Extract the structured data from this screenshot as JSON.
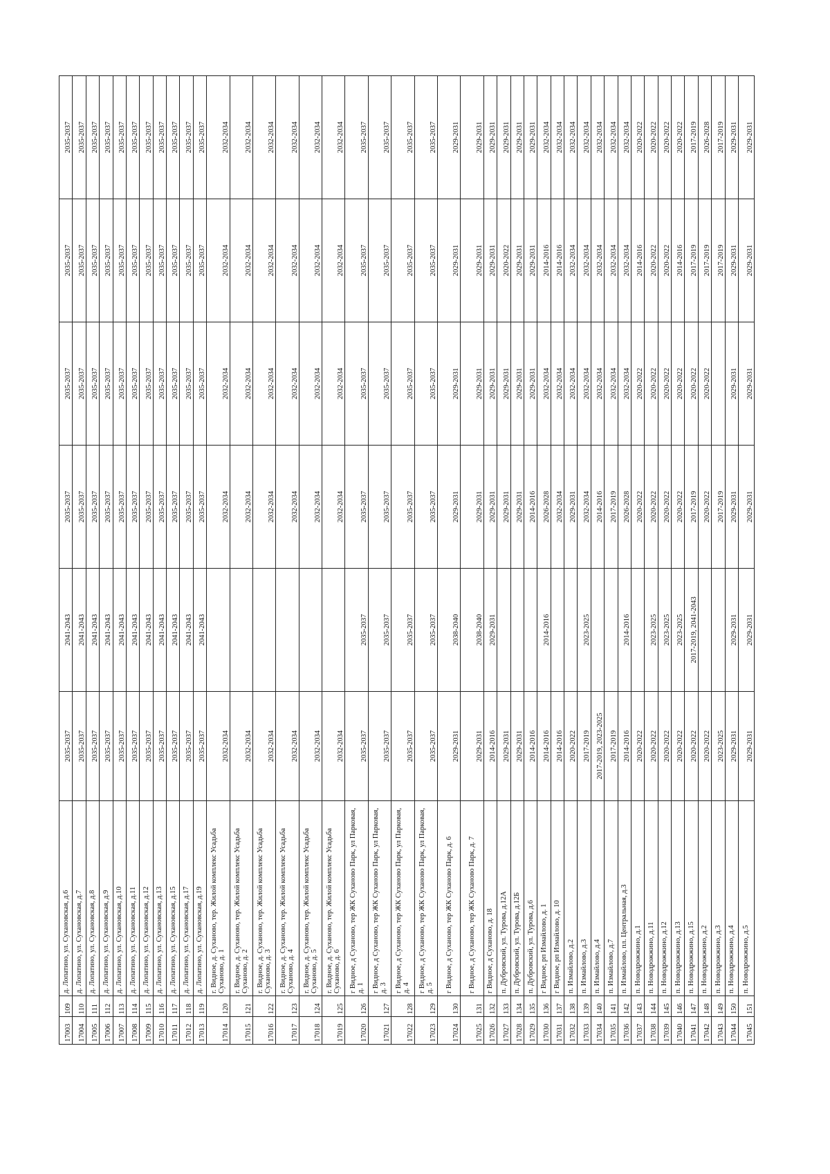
{
  "table": {
    "rows": [
      {
        "code": "17003",
        "num": "109",
        "addr": "д. Лопатино, ул. Сухановская, д.6",
        "p": [
          "2035-2037",
          "2041-2043",
          "2035-2037",
          "2035-2037",
          "2035-2037",
          "2035-2037"
        ]
      },
      {
        "code": "17004",
        "num": "110",
        "addr": "д. Лопатино, ул. Сухановская, д.7",
        "p": [
          "2035-2037",
          "2041-2043",
          "2035-2037",
          "2035-2037",
          "2035-2037",
          "2035-2037"
        ]
      },
      {
        "code": "17005",
        "num": "111",
        "addr": "д. Лопатино, ул. Сухановская, д.8",
        "p": [
          "2035-2037",
          "2041-2043",
          "2035-2037",
          "2035-2037",
          "2035-2037",
          "2035-2037"
        ]
      },
      {
        "code": "17006",
        "num": "112",
        "addr": "д. Лопатино, ул. Сухановская, д.9",
        "p": [
          "2035-2037",
          "2041-2043",
          "2035-2037",
          "2035-2037",
          "2035-2037",
          "2035-2037"
        ]
      },
      {
        "code": "17007",
        "num": "113",
        "addr": "д. Лопатино, ул. Сухановская, д.10",
        "p": [
          "2035-2037",
          "2041-2043",
          "2035-2037",
          "2035-2037",
          "2035-2037",
          "2035-2037"
        ]
      },
      {
        "code": "17008",
        "num": "114",
        "addr": "д. Лопатино, ул. Сухановская, д.11",
        "p": [
          "2035-2037",
          "2041-2043",
          "2035-2037",
          "2035-2037",
          "2035-2037",
          "2035-2037"
        ]
      },
      {
        "code": "17009",
        "num": "115",
        "addr": "д. Лопатино, ул. Сухановская, д.12",
        "p": [
          "2035-2037",
          "2041-2043",
          "2035-2037",
          "2035-2037",
          "2035-2037",
          "2035-2037"
        ]
      },
      {
        "code": "17010",
        "num": "116",
        "addr": "д. Лопатино, ул. Сухановская, д.13",
        "p": [
          "2035-2037",
          "2041-2043",
          "2035-2037",
          "2035-2037",
          "2035-2037",
          "2035-2037"
        ]
      },
      {
        "code": "17011",
        "num": "117",
        "addr": "д. Лопатино, ул. Сухановская, д.15",
        "p": [
          "2035-2037",
          "2041-2043",
          "2035-2037",
          "2035-2037",
          "2035-2037",
          "2035-2037"
        ]
      },
      {
        "code": "17012",
        "num": "118",
        "addr": "д. Лопатино, ул. Сухановская, д.17",
        "p": [
          "2035-2037",
          "2041-2043",
          "2035-2037",
          "2035-2037",
          "2035-2037",
          "2035-2037"
        ]
      },
      {
        "code": "17013",
        "num": "119",
        "addr": "д. Лопатино, ул. Сухановская, д.19",
        "p": [
          "2035-2037",
          "2041-2043",
          "2035-2037",
          "2035-2037",
          "2035-2037",
          "2035-2037"
        ]
      },
      {
        "code": "17014",
        "num": "120",
        "addr": "г. Видное, д. Суханово, тер. Жилой комплекс Усадьба Суханово, д. 1",
        "p": [
          "2032-2034",
          "",
          "2032-2034",
          "2032-2034",
          "2032-2034",
          "2032-2034"
        ]
      },
      {
        "code": "17015",
        "num": "121",
        "addr": "г. Видное, д. Суханово, тер. Жилой комплекс Усадьба Суханово, д. 2",
        "p": [
          "2032-2034",
          "",
          "2032-2034",
          "2032-2034",
          "2032-2034",
          "2032-2034"
        ]
      },
      {
        "code": "17016",
        "num": "122",
        "addr": "г. Видное, д. Суханово, тер. Жилой комплекс Усадьба Суханово, д. 3",
        "p": [
          "2032-2034",
          "",
          "2032-2034",
          "2032-2034",
          "2032-2034",
          "2032-2034"
        ]
      },
      {
        "code": "17017",
        "num": "123",
        "addr": "г. Видное, д. Суханово, тер. Жилой комплекс Усадьба Суханово, д. 4",
        "p": [
          "2032-2034",
          "",
          "2032-2034",
          "2032-2034",
          "2032-2034",
          "2032-2034"
        ]
      },
      {
        "code": "17018",
        "num": "124",
        "addr": "г. Видное, д. Суханово, тер. Жилой комплекс Усадьба Суханово, д. 5",
        "p": [
          "2032-2034",
          "",
          "2032-2034",
          "2032-2034",
          "2032-2034",
          "2032-2034"
        ]
      },
      {
        "code": "17019",
        "num": "125",
        "addr": "г. Видное, д. Суханово, тер. Жилой комплекс Усадьба Суханово, д. 6",
        "p": [
          "2032-2034",
          "",
          "2032-2034",
          "2032-2034",
          "2032-2034",
          "2032-2034"
        ]
      },
      {
        "code": "17020",
        "num": "126",
        "addr": "г Видное, д Суханово, тер ЖК Суханово Парк, ул Парковая, д. 1",
        "p": [
          "2035-2037",
          "2035-2037",
          "2035-2037",
          "2035-2037",
          "2035-2037",
          "2035-2037"
        ]
      },
      {
        "code": "17021",
        "num": "127",
        "addr": "г Видное, д Суханово, тер ЖК Суханово Парк, ул Парковая, д. 3",
        "p": [
          "2035-2037",
          "2035-2037",
          "2035-2037",
          "2035-2037",
          "2035-2037",
          "2035-2037"
        ]
      },
      {
        "code": "17022",
        "num": "128",
        "addr": "г Видное, д Суханово, тер ЖК Суханово Парк, ул Парковая, д. 4",
        "p": [
          "2035-2037",
          "2035-2037",
          "2035-2037",
          "2035-2037",
          "2035-2037",
          "2035-2037"
        ]
      },
      {
        "code": "17023",
        "num": "129",
        "addr": "г Видное, д Суханово, тер ЖК Суханово Парк, ул Парковая, д. 5",
        "p": [
          "2035-2037",
          "2035-2037",
          "2035-2037",
          "2035-2037",
          "2035-2037",
          "2035-2037"
        ]
      },
      {
        "code": "17024",
        "num": "130",
        "addr": "г Видное, д Суханово, тер ЖК Суханово Парк, д. 6",
        "p": [
          "2029-2031",
          "2038-2040",
          "2029-2031",
          "2029-2031",
          "2029-2031",
          "2029-2031"
        ]
      },
      {
        "code": "17025",
        "num": "131",
        "addr": "г Видное, д Суханово, тер ЖК Суханово Парк, д. 7",
        "p": [
          "2029-2031",
          "2038-2040",
          "2029-2031",
          "2029-2031",
          "2029-2031",
          "2029-2031"
        ]
      },
      {
        "code": "17026",
        "num": "132",
        "addr": "г Видное, д Суханово, д. 18",
        "p": [
          "2014-2016",
          "2029-2031",
          "2029-2031",
          "2029-2031",
          "2029-2031",
          "2029-2031"
        ]
      },
      {
        "code": "17027",
        "num": "133",
        "addr": "п. Дубровский, ул. Турова, д.12А",
        "p": [
          "2029-2031",
          "",
          "2029-2031",
          "2029-2031",
          "2020-2022",
          "2029-2031"
        ]
      },
      {
        "code": "17028",
        "num": "134",
        "addr": "п. Дубровский, ул. Турова, д.12Б",
        "p": [
          "2029-2031",
          "",
          "2029-2031",
          "2029-2031",
          "2029-2031",
          "2029-2031"
        ]
      },
      {
        "code": "17029",
        "num": "135",
        "addr": "п. Дубровский, ул. Турова, д.6",
        "p": [
          "2014-2016",
          "",
          "2014-2016",
          "2029-2031",
          "2029-2031",
          "2029-2031"
        ]
      },
      {
        "code": "17030",
        "num": "136",
        "addr": "г Видное, рп Измайлово, д. 1",
        "p": [
          "2014-2016",
          "2014-2016",
          "2026-2028",
          "2032-2034",
          "2014-2016",
          "2032-2034"
        ]
      },
      {
        "code": "17031",
        "num": "137",
        "addr": "г Видное, рп Измайлово, д. 10",
        "p": [
          "2014-2016",
          "",
          "2032-2034",
          "2032-2034",
          "2014-2016",
          "2032-2034"
        ]
      },
      {
        "code": "17032",
        "num": "138",
        "addr": "п. Измайлово, д.2",
        "p": [
          "2020-2022",
          "",
          "2029-2031",
          "2032-2034",
          "2032-2034",
          "2032-2034"
        ]
      },
      {
        "code": "17033",
        "num": "139",
        "addr": "п. Измайлово, д.3",
        "p": [
          "2017-2019",
          "2023-2025",
          "2032-2034",
          "2032-2034",
          "2032-2034",
          "2032-2034"
        ]
      },
      {
        "code": "17034",
        "num": "140",
        "addr": "п. Измайлово, д.4",
        "p": [
          "2017-2019, 2023-2025",
          "",
          "2014-2016",
          "2032-2034",
          "2032-2034",
          "2032-2034"
        ]
      },
      {
        "code": "17035",
        "num": "141",
        "addr": "п. Измайлово, д.7",
        "p": [
          "2017-2019",
          "",
          "2017-2019",
          "2032-2034",
          "2032-2034",
          "2032-2034"
        ]
      },
      {
        "code": "17036",
        "num": "142",
        "addr": "п. Измайлово, пл. Центральная, д.3",
        "p": [
          "2014-2016",
          "2014-2016",
          "2026-2028",
          "2032-2034",
          "2032-2034",
          "2032-2034"
        ]
      },
      {
        "code": "17037",
        "num": "143",
        "addr": "п. Новодрожжино, д.1",
        "p": [
          "2020-2022",
          "",
          "2020-2022",
          "2020-2022",
          "2014-2016",
          "2020-2022"
        ]
      },
      {
        "code": "17038",
        "num": "144",
        "addr": "п. Новодрожжино, д.11",
        "p": [
          "2020-2022",
          "2023-2025",
          "2020-2022",
          "2020-2022",
          "2020-2022",
          "2020-2022"
        ]
      },
      {
        "code": "17039",
        "num": "145",
        "addr": "п. Новодрожжино, д.12",
        "p": [
          "2020-2022",
          "2023-2025",
          "2020-2022",
          "2020-2022",
          "2020-2022",
          "2020-2022"
        ]
      },
      {
        "code": "17040",
        "num": "146",
        "addr": "п. Новодрожжино, д.13",
        "p": [
          "2020-2022",
          "2023-2025",
          "2020-2022",
          "2020-2022",
          "2014-2016",
          "2020-2022"
        ]
      },
      {
        "code": "17041",
        "num": "147",
        "addr": "п. Новодрожжино, д.15",
        "p": [
          "2020-2022",
          "2017-2019, 2041-2043",
          "2017-2019",
          "2020-2022",
          "2017-2019",
          "2017-2019"
        ]
      },
      {
        "code": "17042",
        "num": "148",
        "addr": "п. Новодрожжино, д.2",
        "p": [
          "2020-2022",
          "",
          "2020-2022",
          "2020-2022",
          "2017-2019",
          "2026-2028"
        ]
      },
      {
        "code": "17043",
        "num": "149",
        "addr": "п. Новодрожжино, д.3",
        "p": [
          "2023-2025",
          "",
          "2017-2019",
          "",
          "2017-2019",
          "2017-2019"
        ]
      },
      {
        "code": "17044",
        "num": "150",
        "addr": "п. Новодрожжино, д.4",
        "p": [
          "2029-2031",
          "2029-2031",
          "2029-2031",
          "2029-2031",
          "2029-2031",
          "2029-2031"
        ]
      },
      {
        "code": "17045",
        "num": "151",
        "addr": "п. Новодрожжино, д.5",
        "p": [
          "2029-2031",
          "2029-2031",
          "2029-2031",
          "2029-2031",
          "2029-2031",
          "2029-2031"
        ]
      }
    ]
  }
}
